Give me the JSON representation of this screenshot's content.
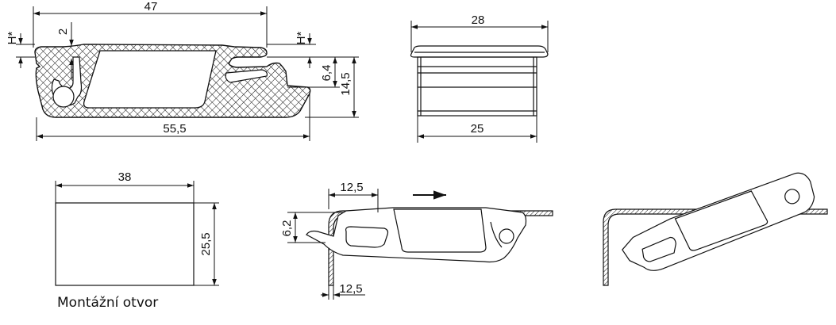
{
  "dimensions": {
    "profile_top_width": "47",
    "profile_bottom_width": "55,5",
    "profile_lip": "2",
    "h_left": "H*",
    "h_right": "H*",
    "profile_slot": "6,4",
    "profile_height": "14,5",
    "cap_width": "28",
    "cap_body_width": "25",
    "hole_width": "38",
    "hole_height": "25,5",
    "install_offset": "12,5",
    "install_height": "6,2",
    "install_sheet": "12,5"
  },
  "caption": "Montážní otvor"
}
